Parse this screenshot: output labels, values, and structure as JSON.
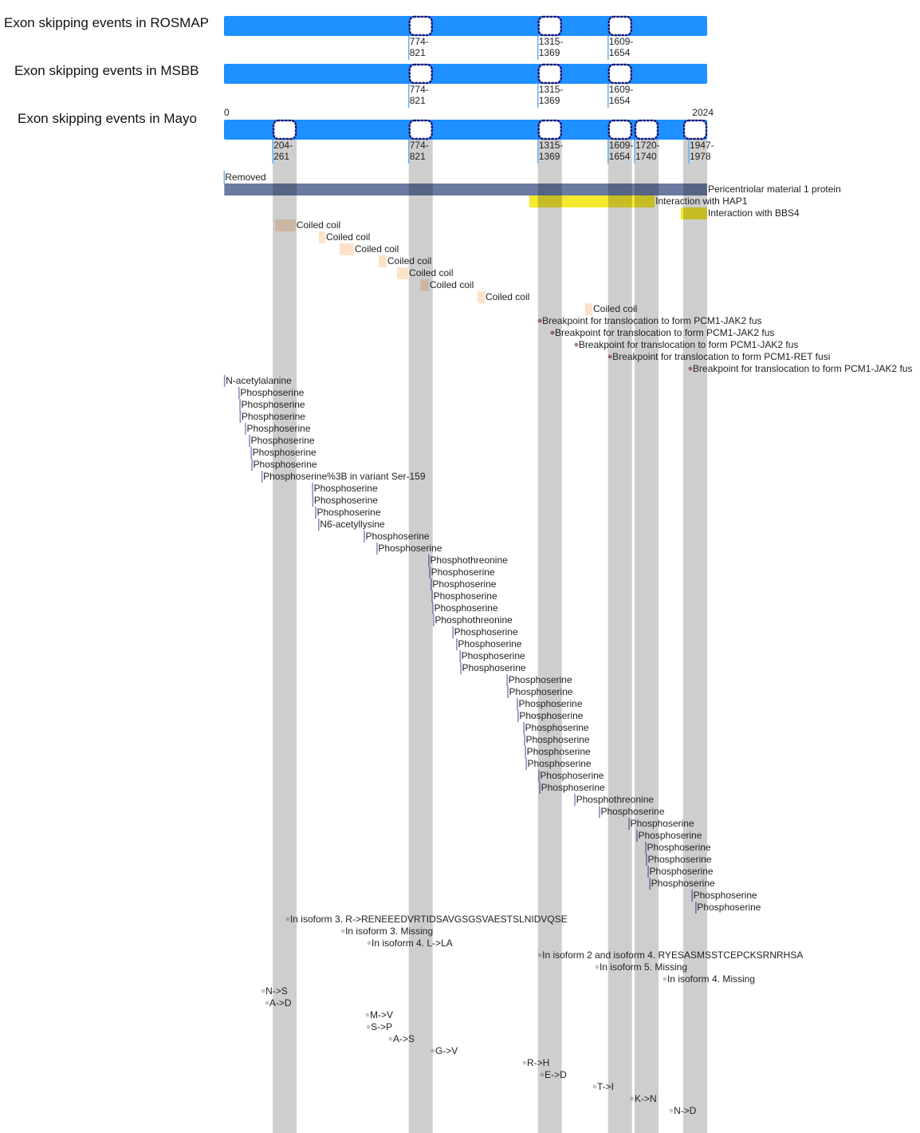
{
  "scale": {
    "min": 0,
    "max": 2024,
    "min_label": "0",
    "max_label": "2024"
  },
  "colors": {
    "track_bar": "#1e90ff",
    "exon_border": "#1a1a7a",
    "exon_tick": "#6ab0f0",
    "column_overlay": "#cecece",
    "chain": "#6b7aa1",
    "region": "#f5e92f",
    "coiled": "#fce3c8",
    "breakpoint": "#b47ca8",
    "ptm": "#8e7cc3",
    "variant": "#c8c8c8"
  },
  "tracks": [
    {
      "label": "Exon skipping events in ROSMAP",
      "exons": [
        {
          "start": 774,
          "end": 821,
          "l1": "774-",
          "l2": "821"
        },
        {
          "start": 1315,
          "end": 1369,
          "l1": "1315-",
          "l2": "1369"
        },
        {
          "start": 1609,
          "end": 1654,
          "l1": "1609-",
          "l2": "1654"
        }
      ]
    },
    {
      "label": "Exon skipping events in MSBB",
      "exons": [
        {
          "start": 774,
          "end": 821,
          "l1": "774-",
          "l2": "821"
        },
        {
          "start": 1315,
          "end": 1369,
          "l1": "1315-",
          "l2": "1369"
        },
        {
          "start": 1609,
          "end": 1654,
          "l1": "1609-",
          "l2": "1654"
        }
      ]
    },
    {
      "label": "Exon skipping events in Mayo",
      "show_scale": true,
      "exons": [
        {
          "start": 204,
          "end": 261,
          "l1": "204-",
          "l2": "261"
        },
        {
          "start": 774,
          "end": 821,
          "l1": "774-",
          "l2": "821"
        },
        {
          "start": 1315,
          "end": 1369,
          "l1": "1315-",
          "l2": "1369"
        },
        {
          "start": 1609,
          "end": 1654,
          "l1": "1609-",
          "l2": "1654"
        },
        {
          "start": 1720,
          "end": 1740,
          "l1": "1720-",
          "l2": "1740"
        },
        {
          "start": 1947,
          "end": 1978,
          "l1": "1947-",
          "l2": "1978"
        }
      ]
    }
  ],
  "features": [
    {
      "type": "removed",
      "start": 1,
      "label": "Removed"
    },
    {
      "type": "chain",
      "start": 1,
      "end": 2024,
      "label": "Pericentriolar material 1 protein"
    },
    {
      "type": "region",
      "start": 1279,
      "end": 1804,
      "label": "Interaction with HAP1"
    },
    {
      "type": "region",
      "start": 1914,
      "end": 2024,
      "label": "Interaction with BBS4"
    },
    {
      "type": "coiled",
      "start": 214,
      "end": 300,
      "label": "Coiled coil"
    },
    {
      "type": "coiled",
      "start": 397,
      "end": 424,
      "label": "Coiled coil"
    },
    {
      "type": "coiled",
      "start": 484,
      "end": 544,
      "label": "Coiled coil"
    },
    {
      "type": "coiled",
      "start": 648,
      "end": 681,
      "label": "Coiled coil"
    },
    {
      "type": "coiled",
      "start": 725,
      "end": 772,
      "label": "Coiled coil"
    },
    {
      "type": "coiled",
      "start": 822,
      "end": 858,
      "label": "Coiled coil"
    },
    {
      "type": "coiled",
      "start": 1062,
      "end": 1092,
      "label": "Coiled coil"
    },
    {
      "type": "coiled",
      "start": 1513,
      "end": 1543,
      "label": "Coiled coil"
    },
    {
      "type": "breakpoint",
      "start": 1323,
      "label": "Breakpoint for translocation to form PCM1-JAK2 fus"
    },
    {
      "type": "breakpoint",
      "start": 1376,
      "label": "Breakpoint for translocation to form PCM1-JAK2 fus"
    },
    {
      "type": "breakpoint",
      "start": 1476,
      "label": "Breakpoint for translocation to form PCM1-JAK2 fus"
    },
    {
      "type": "breakpoint",
      "start": 1617,
      "label": "Breakpoint for translocation to form PCM1-RET fusi"
    },
    {
      "type": "breakpoint",
      "start": 1954,
      "label": "Breakpoint for translocation to form PCM1-JAK2 fus"
    },
    {
      "type": "ptm",
      "start": 2,
      "label": "N-acetylalanine"
    },
    {
      "type": "ptm",
      "start": 63,
      "label": "Phosphoserine"
    },
    {
      "type": "ptm",
      "start": 67,
      "label": "Phosphoserine"
    },
    {
      "type": "ptm",
      "start": 68,
      "label": "Phosphoserine"
    },
    {
      "type": "ptm",
      "start": 90,
      "label": "Phosphoserine"
    },
    {
      "type": "ptm",
      "start": 107,
      "label": "Phosphoserine"
    },
    {
      "type": "ptm",
      "start": 114,
      "label": "Phosphoserine"
    },
    {
      "type": "ptm",
      "start": 117,
      "label": "Phosphoserine"
    },
    {
      "type": "ptm",
      "start": 159,
      "label": "Phosphoserine%3B in variant Ser-159"
    },
    {
      "type": "ptm",
      "start": 371,
      "label": "Phosphoserine"
    },
    {
      "type": "ptm",
      "start": 372,
      "label": "Phosphoserine"
    },
    {
      "type": "ptm",
      "start": 384,
      "label": "Phosphoserine"
    },
    {
      "type": "ptm",
      "start": 397,
      "label": "N6-acetyllysine"
    },
    {
      "type": "ptm",
      "start": 588,
      "label": "Phosphoserine"
    },
    {
      "type": "ptm",
      "start": 641,
      "label": "Phosphoserine"
    },
    {
      "type": "ptm",
      "start": 858,
      "label": "Phosphothreonine"
    },
    {
      "type": "ptm",
      "start": 862,
      "label": "Phosphoserine"
    },
    {
      "type": "ptm",
      "start": 868,
      "label": "Phosphoserine"
    },
    {
      "type": "ptm",
      "start": 872,
      "label": "Phosphoserine"
    },
    {
      "type": "ptm",
      "start": 875,
      "label": "Phosphoserine"
    },
    {
      "type": "ptm",
      "start": 878,
      "label": "Phosphothreonine"
    },
    {
      "type": "ptm",
      "start": 959,
      "label": "Phosphoserine"
    },
    {
      "type": "ptm",
      "start": 975,
      "label": "Phosphoserine"
    },
    {
      "type": "ptm",
      "start": 989,
      "label": "Phosphoserine"
    },
    {
      "type": "ptm",
      "start": 992,
      "label": "Phosphoserine"
    },
    {
      "type": "ptm",
      "start": 1186,
      "label": "Phosphoserine"
    },
    {
      "type": "ptm",
      "start": 1189,
      "label": "Phosphoserine"
    },
    {
      "type": "ptm",
      "start": 1229,
      "label": "Phosphoserine"
    },
    {
      "type": "ptm",
      "start": 1232,
      "label": "Phosphoserine"
    },
    {
      "type": "ptm",
      "start": 1256,
      "label": "Phosphoserine"
    },
    {
      "type": "ptm",
      "start": 1259,
      "label": "Phosphoserine"
    },
    {
      "type": "ptm",
      "start": 1263,
      "label": "Phosphoserine"
    },
    {
      "type": "ptm",
      "start": 1266,
      "label": "Phosphoserine"
    },
    {
      "type": "ptm",
      "start": 1319,
      "label": "Phosphoserine"
    },
    {
      "type": "ptm",
      "start": 1323,
      "label": "Phosphoserine"
    },
    {
      "type": "ptm",
      "start": 1470,
      "label": "Phosphothreonine"
    },
    {
      "type": "ptm",
      "start": 1573,
      "label": "Phosphoserine"
    },
    {
      "type": "ptm",
      "start": 1697,
      "label": "Phosphoserine"
    },
    {
      "type": "ptm",
      "start": 1730,
      "label": "Phosphoserine"
    },
    {
      "type": "ptm",
      "start": 1767,
      "label": "Phosphoserine"
    },
    {
      "type": "ptm",
      "start": 1770,
      "label": "Phosphoserine"
    },
    {
      "type": "ptm",
      "start": 1777,
      "label": "Phosphoserine"
    },
    {
      "type": "ptm",
      "start": 1784,
      "label": "Phosphoserine"
    },
    {
      "type": "ptm",
      "start": 1961,
      "label": "Phosphoserine"
    },
    {
      "type": "ptm",
      "start": 1977,
      "label": "Phosphoserine"
    },
    {
      "type": "variant",
      "start": 267,
      "label": "In isoform 3. R->RENEEEDVRTIDSAVGSGSVAESTSLNIDVQSE"
    },
    {
      "type": "variant",
      "start": 498,
      "label": "In isoform 3. Missing"
    },
    {
      "type": "variant",
      "start": 608,
      "label": "In isoform 4. L->LA"
    },
    {
      "type": "variant",
      "start": 1323,
      "label": "In isoform 2 and isoform 4. RYESASMSSTCEPCKSRNRHSA"
    },
    {
      "type": "variant",
      "start": 1563,
      "label": "In isoform 5. Missing"
    },
    {
      "type": "variant",
      "start": 1847,
      "label": "In isoform 4. Missing"
    },
    {
      "type": "variant",
      "start": 164,
      "label": "N->S"
    },
    {
      "type": "variant",
      "start": 180,
      "label": "A->D"
    },
    {
      "type": "variant",
      "start": 601,
      "label": "M->V"
    },
    {
      "type": "variant",
      "start": 605,
      "label": "S->P"
    },
    {
      "type": "variant",
      "start": 698,
      "label": "A->S"
    },
    {
      "type": "variant",
      "start": 875,
      "label": "G->V"
    },
    {
      "type": "variant",
      "start": 1259,
      "label": "R->H"
    },
    {
      "type": "variant",
      "start": 1333,
      "label": "E->D"
    },
    {
      "type": "variant",
      "start": 1553,
      "label": "T->I"
    },
    {
      "type": "variant",
      "start": 1710,
      "label": "K->N"
    },
    {
      "type": "variant",
      "start": 1874,
      "label": "N->D"
    }
  ]
}
